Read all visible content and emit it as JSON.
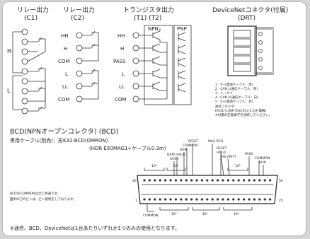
{
  "relay_c1": {
    "title": "リレー出力",
    "sub": "(C1)",
    "labels": [
      "H",
      "L"
    ]
  },
  "relay_c2": {
    "title": "リレー出力",
    "sub": "(C2)",
    "labels": [
      "HH",
      "H",
      "COM",
      "L",
      "LL",
      "COM"
    ]
  },
  "transistor": {
    "title": "トランジスタ出力",
    "sub": "(T1) (T2)",
    "labels": [
      "HH",
      "H",
      "PASS",
      "L",
      "LL",
      "COM"
    ],
    "npn": "NPN",
    "pnp": "PNP"
  },
  "devicenet": {
    "title": "DeviceNetコネクタ(付属)",
    "sub": "(DRT)",
    "pins": [
      "1 : V−(電源ケーブル：黒)",
      "2 : CAN L(通信ケーブル：青)",
      "3 : シールド",
      "4 : CAN H(通信ケーブル：白)",
      "5 : V+(電源ケーブル：赤)"
    ],
    "note_lines": [
      "適合コネクタ:",
      "HR31-5.08P-5SC(01)(ヒロセ電機)",
      "※付属の圧着端子を接続してください。"
    ]
  },
  "bcd": {
    "title": "BCD(NPNオープンコレクタ) (BCD)",
    "cable_line1": "専用ケーブル(別売)：形K32-BCD(OMRON)",
    "cable_line2": "(HDR-E50MAG1+ケーブル0.3m)",
    "note1": "BCDのCOMMONは全て共通です。",
    "note2": "図中の〇のピンは、ピン接続をしております。",
    "top_labels": [
      "RESET",
      "MAX REQ",
      "COMMON",
      "RESET",
      "RUN",
      "HOLD",
      "DATA VALID",
      "POLARITY",
      "OVER",
      "PASS",
      "COMMON",
      "RUN"
    ],
    "scale_labels": [
      "10⁰",
      "10¹",
      "10²",
      "10³",
      "10⁴",
      "10⁵"
    ],
    "pin_left": "26",
    "pin_right": "50",
    "pin_left_bottom": "1",
    "pin_right_bottom": "25",
    "bottom_common": "COMMON"
  },
  "footer": "※通信、BCD、DeviceNetは1台あたりいずれか1つのみの使用となります。"
}
